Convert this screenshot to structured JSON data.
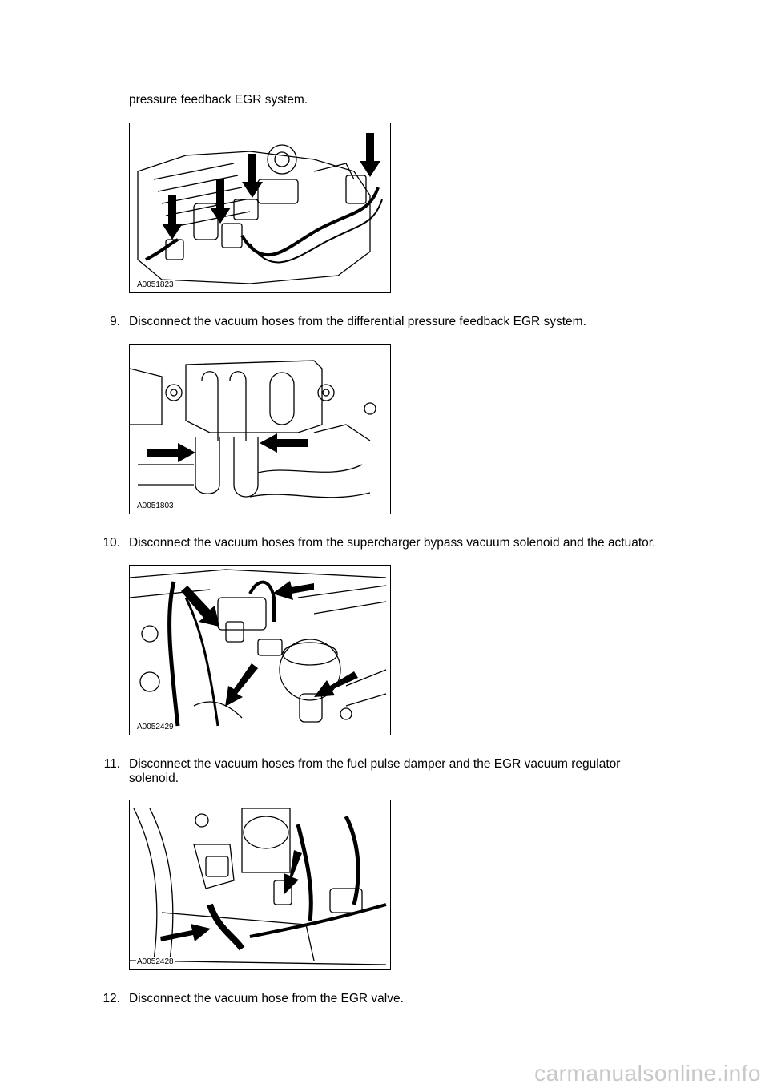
{
  "intro_line": "pressure feedback EGR system.",
  "figures": [
    {
      "label": "A0051823"
    },
    {
      "label": "A0051803"
    },
    {
      "label": "A0052429"
    },
    {
      "label": "A0052428"
    }
  ],
  "steps": [
    {
      "number": "9.",
      "text": "Disconnect the vacuum hoses from the differential pressure feedback EGR system."
    },
    {
      "number": "10.",
      "text": "Disconnect the vacuum hoses from the supercharger bypass vacuum solenoid and the actuator."
    },
    {
      "number": "11.",
      "text_line1": "Disconnect the vacuum hoses from the fuel pulse damper and the EGR vacuum regulator",
      "text_line2": "solenoid."
    },
    {
      "number": "12.",
      "text": "Disconnect the vacuum hose from the EGR valve."
    }
  ],
  "watermark": "carmanualsonline.info"
}
